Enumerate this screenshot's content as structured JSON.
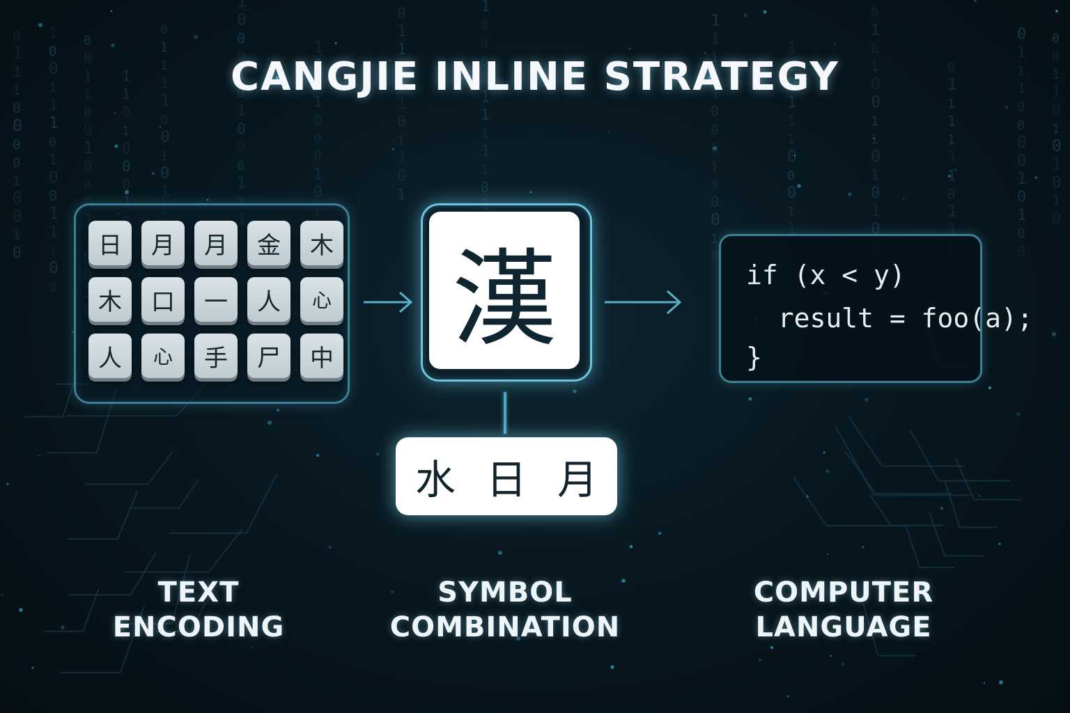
{
  "title": "CANGJIE INLINE STRATEGY",
  "keyboard": {
    "keys": [
      "日",
      "月",
      "月",
      "金",
      "木",
      "木",
      "口",
      "一",
      "人",
      "心",
      "人",
      "心",
      "手",
      "尸",
      "中"
    ]
  },
  "center": {
    "character": "漢",
    "code": [
      "水",
      "日",
      "月"
    ]
  },
  "code_panel": {
    "lines": [
      "if (x < y)",
      "  result = foo(a);",
      "}"
    ]
  },
  "labels": {
    "left": "TEXT ENCODING",
    "center_line1": "SYMBOL",
    "center_line2": "COMBINATION",
    "right_line1": "COMPUTER",
    "right_line2": "LANGUAGE"
  },
  "colors": {
    "background": "#081820",
    "accent": "#4fa7c0",
    "panel_border": "#3d7f95"
  }
}
